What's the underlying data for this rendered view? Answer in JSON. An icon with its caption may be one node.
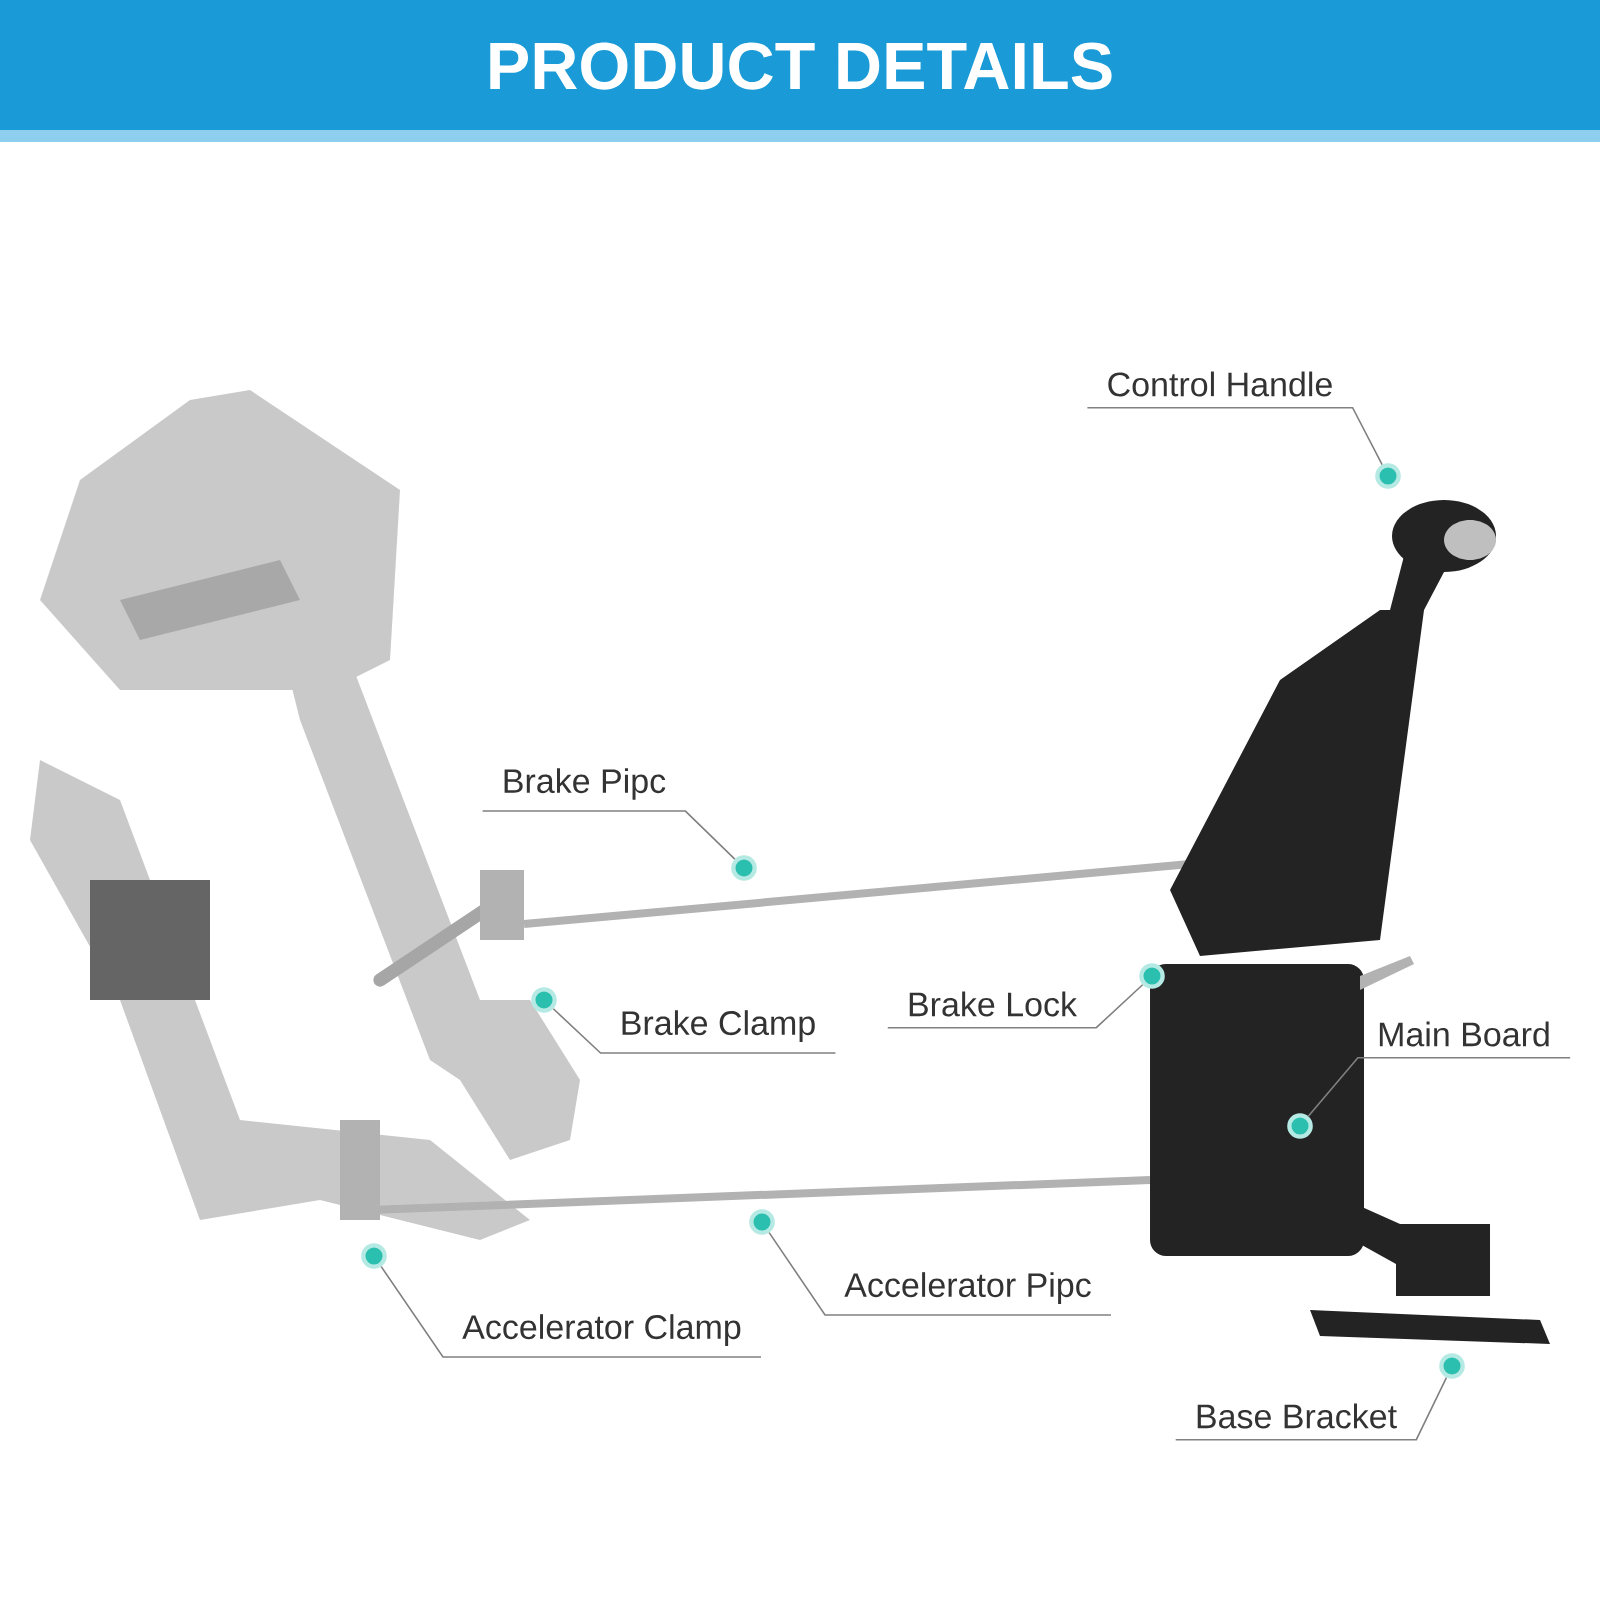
{
  "diagram": {
    "title": "PRODUCT DETAILS",
    "nodes": [
      {
        "text": [
          "Control Handle"
        ]
      },
      {
        "text": [
          "Brake Pipc"
        ]
      },
      {
        "text": [
          "Brake Clamp"
        ]
      },
      {
        "text": [
          "Brake Lock"
        ]
      },
      {
        "text": [
          "Main Board"
        ]
      },
      {
        "text": [
          "Accelerator Pipc"
        ]
      },
      {
        "text": [
          "Accelerator Clamp"
        ]
      },
      {
        "text": [
          "Base Bracket"
        ]
      },
      {
        "text": [],
        "shape": "circle"
      },
      {
        "text": [],
        "shape": "circle"
      },
      {
        "text": [],
        "shape": "circle"
      },
      {
        "text": [],
        "shape": "circle"
      },
      {
        "text": [],
        "shape": "circle"
      },
      {
        "text": [],
        "shape": "circle"
      },
      {
        "text": [],
        "shape": "circle"
      },
      {
        "text": [],
        "shape": "circle"
      }
    ],
    "edges": [
      {
        "from": 0,
        "to": 8,
        "arrow": "none"
      },
      {
        "from": 1,
        "to": 9,
        "arrow": "none"
      },
      {
        "from": 2,
        "to": 10,
        "arrow": "none"
      },
      {
        "from": 3,
        "to": 11,
        "arrow": "none"
      },
      {
        "from": 4,
        "to": 12,
        "arrow": "none"
      },
      {
        "from": 5,
        "to": 13,
        "arrow": "none"
      },
      {
        "from": 6,
        "to": 14,
        "arrow": "none"
      },
      {
        "from": 7,
        "to": 15,
        "arrow": "none"
      }
    ]
  }
}
